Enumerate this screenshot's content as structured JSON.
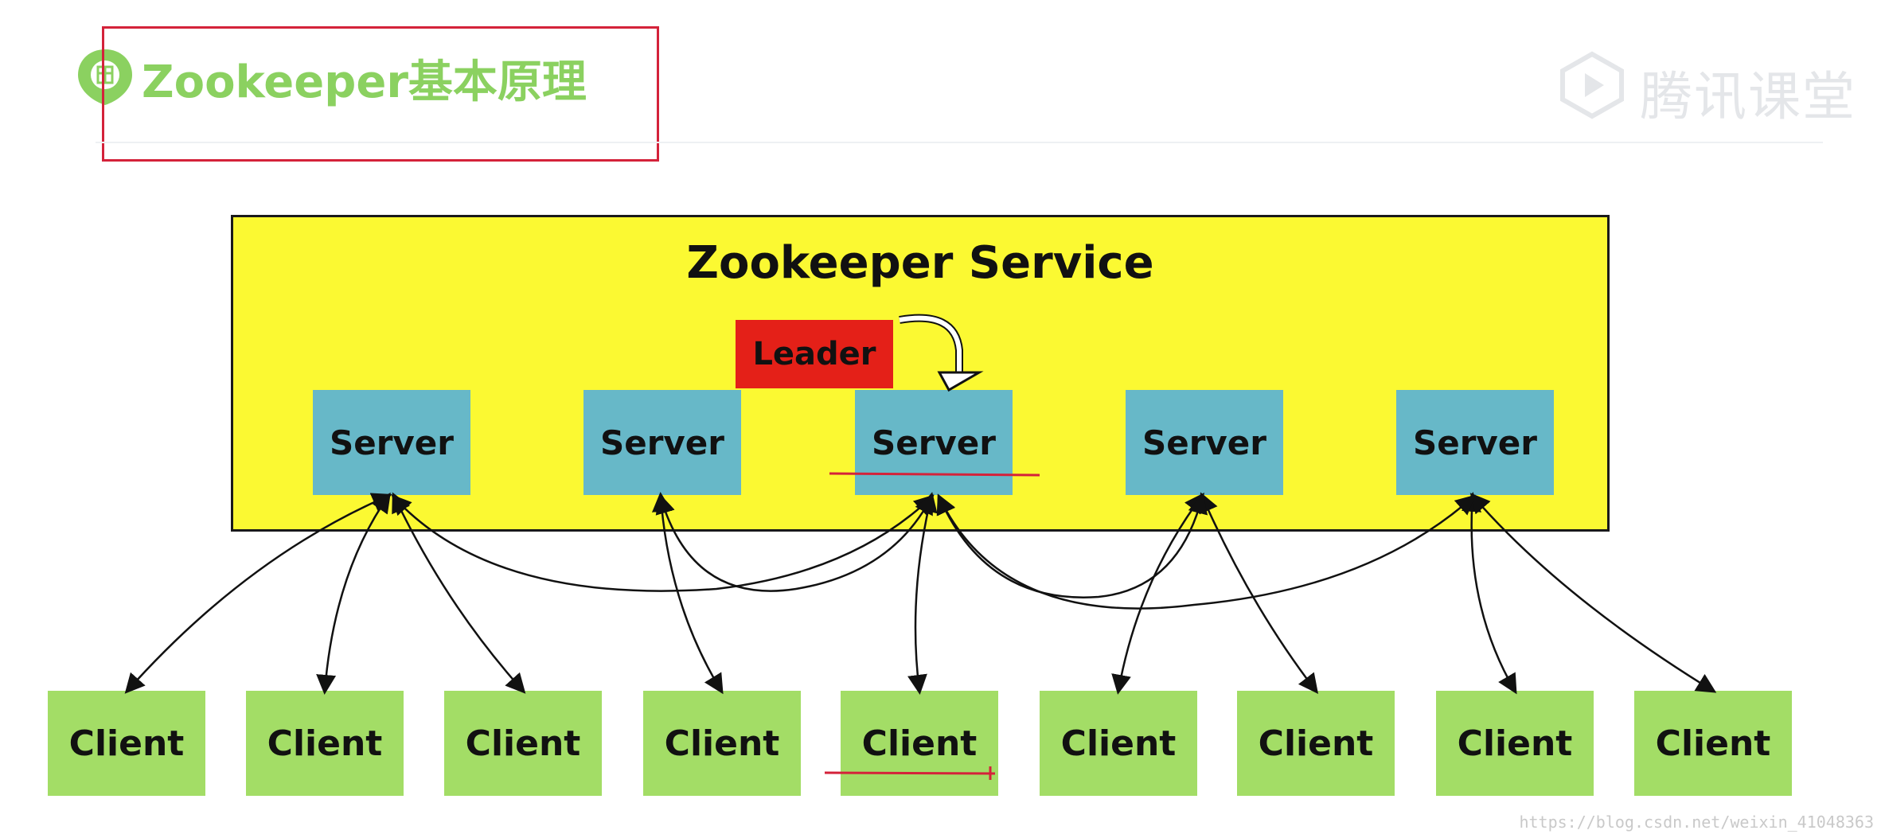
{
  "header": {
    "title": "Zookeeper基本原理",
    "brand_name": "腾讯课堂"
  },
  "diagram": {
    "service_label": "Zookeeper Service",
    "leader_label": "Leader",
    "servers": [
      "Server",
      "Server",
      "Server",
      "Server",
      "Server"
    ],
    "clients": [
      "Client",
      "Client",
      "Client",
      "Client",
      "Client",
      "Client",
      "Client",
      "Client",
      "Client"
    ],
    "leader_server_index": 2,
    "connections": [
      {
        "client": 0,
        "server": 0
      },
      {
        "client": 1,
        "server": 0
      },
      {
        "client": 2,
        "server": 0
      },
      {
        "client": 3,
        "server": 1
      },
      {
        "client": 4,
        "server": 2
      },
      {
        "client": 5,
        "server": 3
      },
      {
        "client": 6,
        "server": 3
      },
      {
        "client": 7,
        "server": 4
      },
      {
        "client": 8,
        "server": 4
      }
    ],
    "server_links": [
      {
        "from": 0,
        "to": 2
      },
      {
        "from": 1,
        "to": 2
      },
      {
        "from": 2,
        "to": 3
      },
      {
        "from": 2,
        "to": 4
      }
    ],
    "colors": {
      "service": "#fbf932",
      "leader": "#e42018",
      "server": "#67b8c8",
      "client": "#a3dd66",
      "title": "#8bd160",
      "annotation": "#d4223a"
    }
  },
  "footer": {
    "watermark": "https://blog.csdn.net/weixin_41048363"
  }
}
